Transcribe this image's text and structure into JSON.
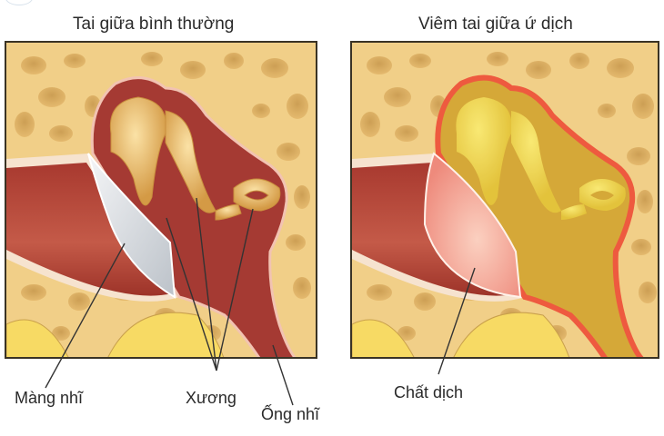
{
  "left_panel": {
    "title": "Tai giữa bình thường",
    "labels": {
      "eardrum": "Màng nhĩ",
      "ossicles": "Xương",
      "ear_canal": "Ống nhĩ"
    }
  },
  "right_panel": {
    "title": "Viêm tai giữa ứ dịch",
    "labels": {
      "fluid": "Chất dịch"
    }
  },
  "colors": {
    "bone": "#f1cf88",
    "bone_pore": "#d9a95a",
    "canal": "#b5453a",
    "cavity_normal": "#a53a33",
    "eardrum_normal": "#d9dde2",
    "eardrum_inflamed": "#f49a8c",
    "fluid": "#d9b13a",
    "inflamed_lining": "#ee5a3f",
    "ossicle": "#e6b25e"
  }
}
